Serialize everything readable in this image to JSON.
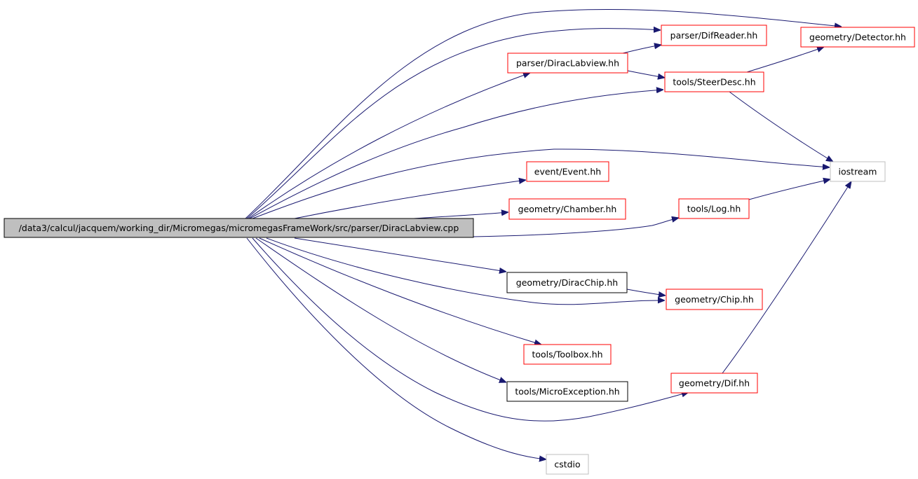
{
  "graph": {
    "root": "/data3/calcul/jacquem/working_dir/Micromegas/micromegasFrameWork/src/parser/DiracLabview.cpp",
    "nodes": [
      {
        "id": "root",
        "label": "/data3/calcul/jacquem/working_dir/Micromegas/micromegasFrameWork/src/parser/DiracLabview.cpp",
        "style": "root"
      },
      {
        "id": "detector",
        "label": "geometry/Detector.hh",
        "style": "red"
      },
      {
        "id": "difreader",
        "label": "parser/DifReader.hh",
        "style": "red"
      },
      {
        "id": "diraclabview",
        "label": "parser/DiracLabview.hh",
        "style": "red"
      },
      {
        "id": "steerdesc",
        "label": "tools/SteerDesc.hh",
        "style": "red"
      },
      {
        "id": "iostream",
        "label": "iostream",
        "style": "gray"
      },
      {
        "id": "event",
        "label": "event/Event.hh",
        "style": "red"
      },
      {
        "id": "chamber",
        "label": "geometry/Chamber.hh",
        "style": "red"
      },
      {
        "id": "log",
        "label": "tools/Log.hh",
        "style": "red"
      },
      {
        "id": "diracchip",
        "label": "geometry/DiracChip.hh",
        "style": "black"
      },
      {
        "id": "chip",
        "label": "geometry/Chip.hh",
        "style": "red"
      },
      {
        "id": "toolbox",
        "label": "tools/Toolbox.hh",
        "style": "red"
      },
      {
        "id": "microexception",
        "label": "tools/MicroException.hh",
        "style": "black"
      },
      {
        "id": "dif",
        "label": "geometry/Dif.hh",
        "style": "red"
      },
      {
        "id": "cstdio",
        "label": "cstdio",
        "style": "gray"
      }
    ],
    "edges": [
      [
        "root",
        "detector"
      ],
      [
        "root",
        "difreader"
      ],
      [
        "root",
        "diraclabview"
      ],
      [
        "root",
        "steerdesc"
      ],
      [
        "root",
        "iostream"
      ],
      [
        "root",
        "event"
      ],
      [
        "root",
        "chamber"
      ],
      [
        "root",
        "log"
      ],
      [
        "root",
        "diracchip"
      ],
      [
        "root",
        "chip"
      ],
      [
        "root",
        "toolbox"
      ],
      [
        "root",
        "microexception"
      ],
      [
        "root",
        "dif"
      ],
      [
        "root",
        "cstdio"
      ],
      [
        "diraclabview",
        "difreader"
      ],
      [
        "diraclabview",
        "steerdesc"
      ],
      [
        "steerdesc",
        "detector"
      ],
      [
        "steerdesc",
        "iostream"
      ],
      [
        "log",
        "iostream"
      ],
      [
        "diracchip",
        "chip"
      ],
      [
        "dif",
        "iostream"
      ]
    ],
    "colors": {
      "edge": "#191970",
      "root_fill": "#bfbfbf",
      "root_border": "#000000",
      "red_border": "#ff0000",
      "black_border": "#000000",
      "gray_border": "#bfbfbf"
    }
  }
}
